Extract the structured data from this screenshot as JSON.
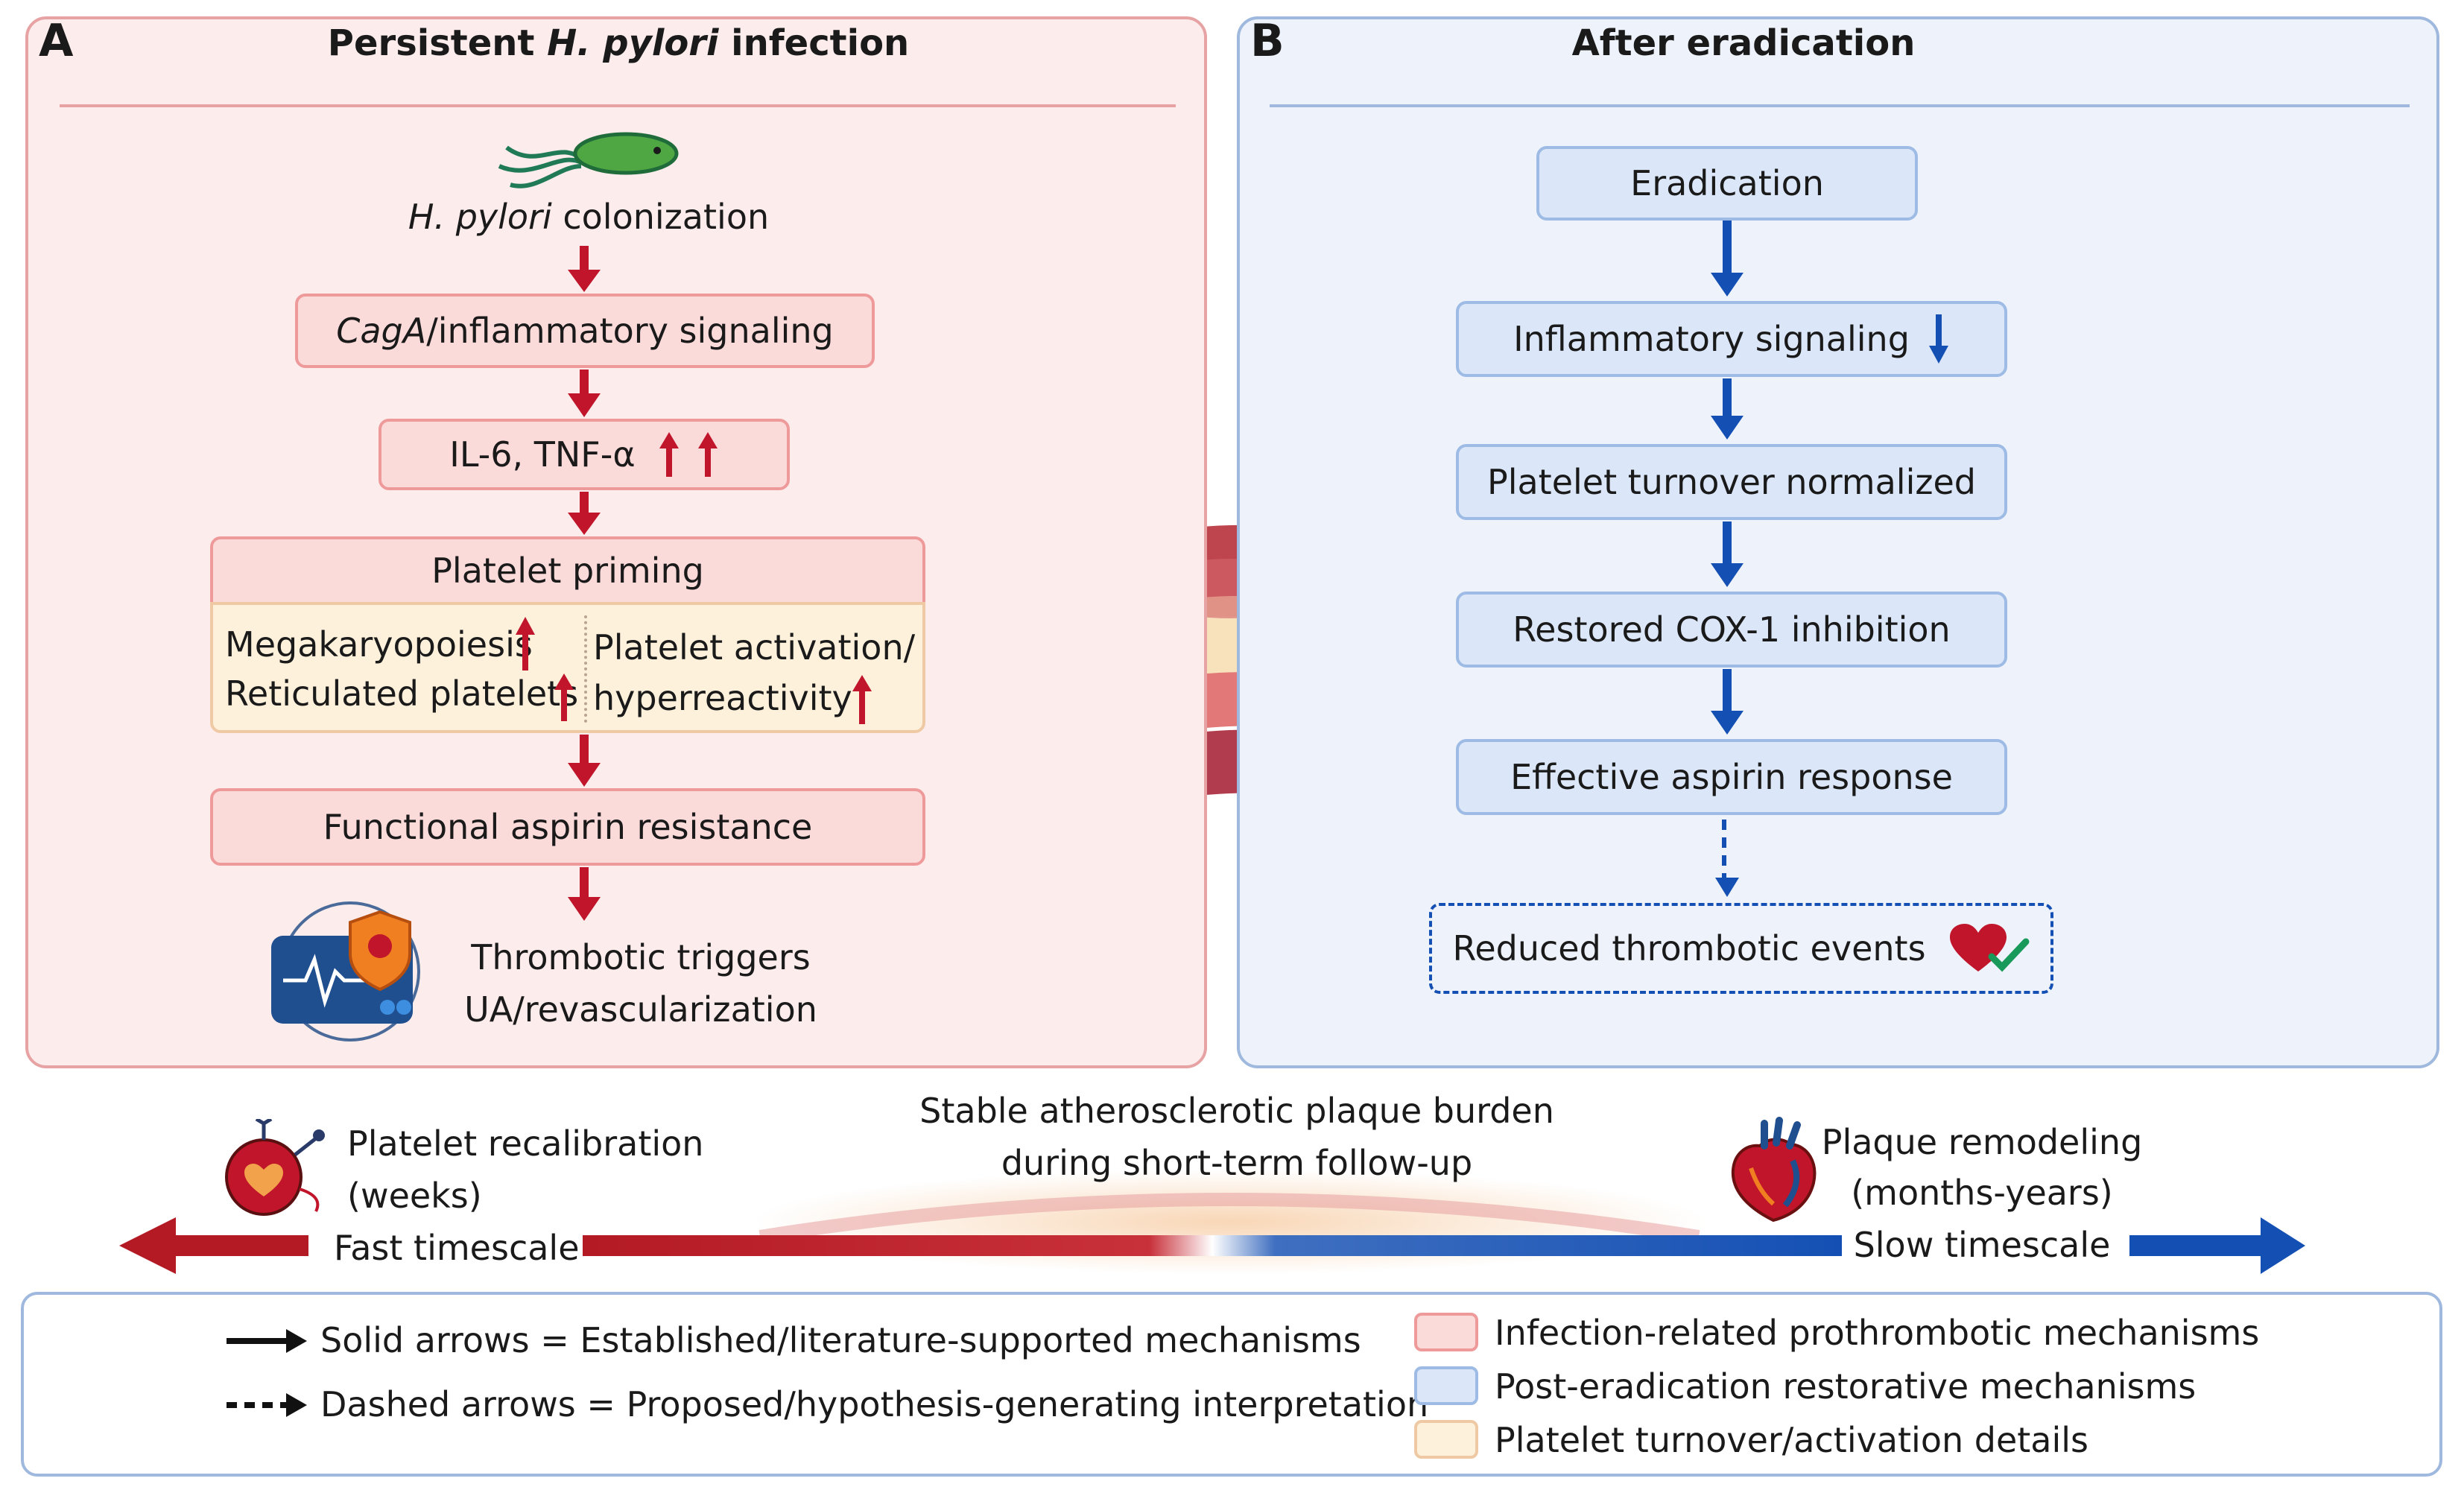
{
  "panel_a": {
    "letter": "A",
    "title_pre": "Persistent ",
    "title_italic": "H. pylori",
    "title_post": " infection",
    "colonization_italic": "H. pylori",
    "colonization_rest": " colonization",
    "cagA_italic": "CagA",
    "cagA_rest": "/inflammatory signaling",
    "cytokines": "IL-6, TNF-α",
    "platelet_priming": "Platelet priming",
    "megakaryopoiesis": "Megakaryopoiesis",
    "reticulated": "Reticulated platelets",
    "activation_line1": "Platelet activation/",
    "activation_line2": "hyperreactivity",
    "resistance": "Functional aspirin resistance",
    "triggers_line1": "Thrombotic triggers",
    "triggers_line2": "UA/revascularization"
  },
  "panel_b": {
    "letter": "B",
    "title": "After eradication",
    "steps": [
      "Eradication",
      "Inflammatory signaling",
      "Platelet turnover normalized",
      "Restored COX-1 inhibition",
      "Effective aspirin response"
    ],
    "outcome": "Reduced thrombotic events"
  },
  "timeline": {
    "left_line1": "Platelet recalibration",
    "left_line2": "(weeks)",
    "left_line3": "Fast timescale",
    "center_line1": "Stable atherosclerotic plaque burden",
    "center_line2": "during short-term follow-up",
    "right_line1": "Plaque remodeling",
    "right_line2": "(months-years)",
    "right_line3": "Slow timescale"
  },
  "legend": {
    "solid": "Solid arrows = Established/literature-supported mechanisms",
    "dashed": "Dashed arrows = Proposed/hypothesis-generating interpretation",
    "red_swatch": "Infection-related prothrombotic mechanisms",
    "blue_swatch": "Post-eradication restorative mechanisms",
    "yellow_swatch": "Platelet turnover/activation details"
  },
  "colors": {
    "red_arrow": "#c0152a",
    "blue_arrow": "#1450b4",
    "red_fill": "#fbdada",
    "blue_fill": "#dbe7f8",
    "yellow_fill": "#fdf1dc"
  },
  "icons": [
    "bacterium-icon",
    "monitor-shield-icon",
    "heart-check-icon",
    "platelet-heart-icon",
    "anatomical-heart-icon",
    "artery-plaque-illustration"
  ]
}
